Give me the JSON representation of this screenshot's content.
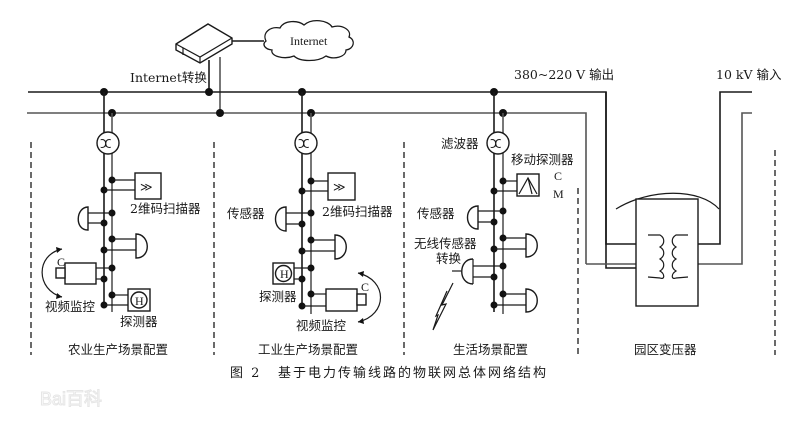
{
  "figure": {
    "caption_prefix": "图 2",
    "caption_title": "基于电力传输线路的物联网总体网络结构"
  },
  "top": {
    "cloud_label": "Internet",
    "gateway_label": "Internet转换",
    "output_label": "380~220 V 输出",
    "input_label": "10 kV 输入"
  },
  "sections": [
    {
      "title": "农业生产场景配置",
      "scanner_label": "2维码扫描器",
      "camera_label": "视频监控",
      "camera_letter": "C",
      "detector_label": "探测器",
      "detector_letter": "H"
    },
    {
      "title": "工业生产场景配置",
      "sensor_label": "传感器",
      "scanner_label": "2维码扫描器",
      "detector_label": "探测器",
      "detector_letter": "H",
      "camera_label": "视频监控",
      "camera_letter": "C"
    },
    {
      "title": "生活场景配置",
      "filter_label": "滤波器",
      "mobile_detector_label": "移动探测器",
      "mobile_letters": [
        "C",
        "M"
      ],
      "sensor_label": "传感器",
      "wireless_label_line1": "无线传感器",
      "wireless_label_line2": "转换"
    },
    {
      "title": "园区变压器"
    }
  ],
  "watermark": {
    "text": "Bai百科"
  }
}
